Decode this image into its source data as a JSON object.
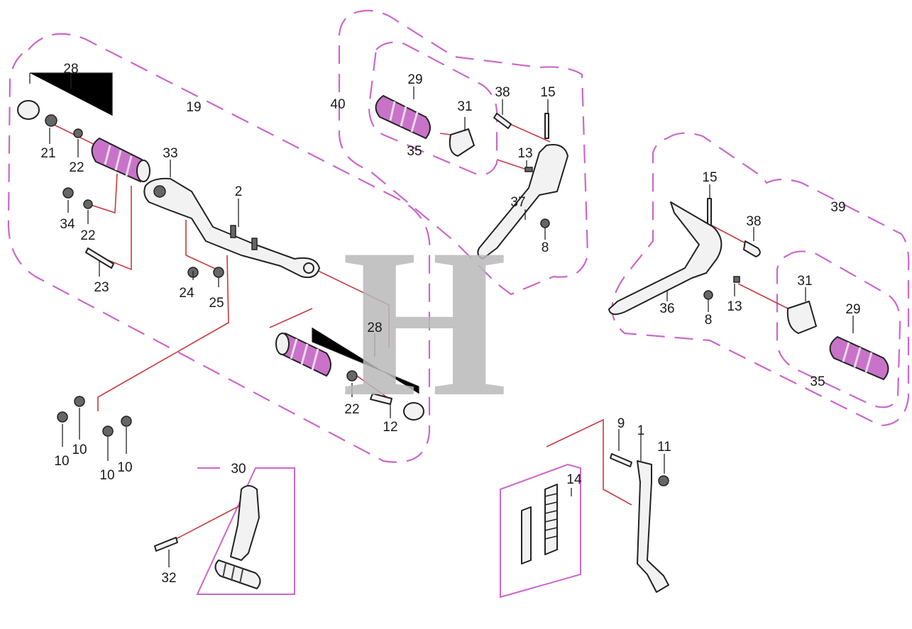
{
  "watermark": "H",
  "callouts": [
    {
      "id": "c28a",
      "text": "28"
    },
    {
      "id": "c19",
      "text": "19"
    },
    {
      "id": "c21",
      "text": "21"
    },
    {
      "id": "c22a",
      "text": "22"
    },
    {
      "id": "c33",
      "text": "33"
    },
    {
      "id": "c34",
      "text": "34"
    },
    {
      "id": "c22b",
      "text": "22"
    },
    {
      "id": "c23",
      "text": "23"
    },
    {
      "id": "c2",
      "text": "2"
    },
    {
      "id": "c24",
      "text": "24"
    },
    {
      "id": "c25",
      "text": "25"
    },
    {
      "id": "c28b",
      "text": "28"
    },
    {
      "id": "c22c",
      "text": "22"
    },
    {
      "id": "c12",
      "text": "12"
    },
    {
      "id": "c10a",
      "text": "10"
    },
    {
      "id": "c10b",
      "text": "10"
    },
    {
      "id": "c10c",
      "text": "10"
    },
    {
      "id": "c10d",
      "text": "10"
    },
    {
      "id": "c30",
      "text": "30"
    },
    {
      "id": "c32",
      "text": "32"
    },
    {
      "id": "c40",
      "text": "40"
    },
    {
      "id": "c29a",
      "text": "29"
    },
    {
      "id": "c31a",
      "text": "31"
    },
    {
      "id": "c35a",
      "text": "35"
    },
    {
      "id": "c38a",
      "text": "38"
    },
    {
      "id": "c15a",
      "text": "15"
    },
    {
      "id": "c13a",
      "text": "13"
    },
    {
      "id": "c37",
      "text": "37"
    },
    {
      "id": "c8a",
      "text": "8"
    },
    {
      "id": "c15b",
      "text": "15"
    },
    {
      "id": "c38b",
      "text": "38"
    },
    {
      "id": "c39",
      "text": "39"
    },
    {
      "id": "c31b",
      "text": "31"
    },
    {
      "id": "c29b",
      "text": "29"
    },
    {
      "id": "c36",
      "text": "36"
    },
    {
      "id": "c8b",
      "text": "8"
    },
    {
      "id": "c13b",
      "text": "13"
    },
    {
      "id": "c35b",
      "text": "35"
    },
    {
      "id": "c9",
      "text": "9"
    },
    {
      "id": "c1",
      "text": "1"
    },
    {
      "id": "c11",
      "text": "11"
    },
    {
      "id": "c14",
      "text": "14"
    }
  ]
}
